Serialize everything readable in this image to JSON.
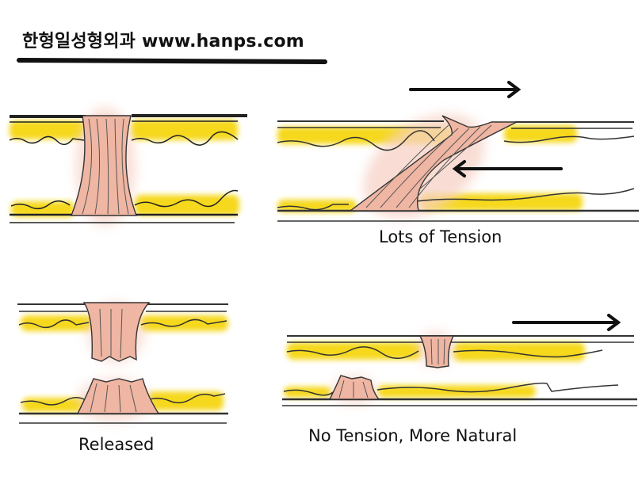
{
  "header": {
    "title": "한형일성형외과 www.hanps.com"
  },
  "panels": [
    {
      "id": "intact",
      "caption": ""
    },
    {
      "id": "tension",
      "caption": "Lots of Tension"
    },
    {
      "id": "released",
      "caption": "Released"
    },
    {
      "id": "natural",
      "caption": "No Tension, More Natural"
    }
  ],
  "colors": {
    "fat": "#f6d81d",
    "fat_glow": "#fbe87a",
    "ligament": "#efb6a3",
    "ligament_glow": "#f7d2c6",
    "line": "#333333",
    "arrow": "#111111",
    "background": "#ffffff"
  }
}
